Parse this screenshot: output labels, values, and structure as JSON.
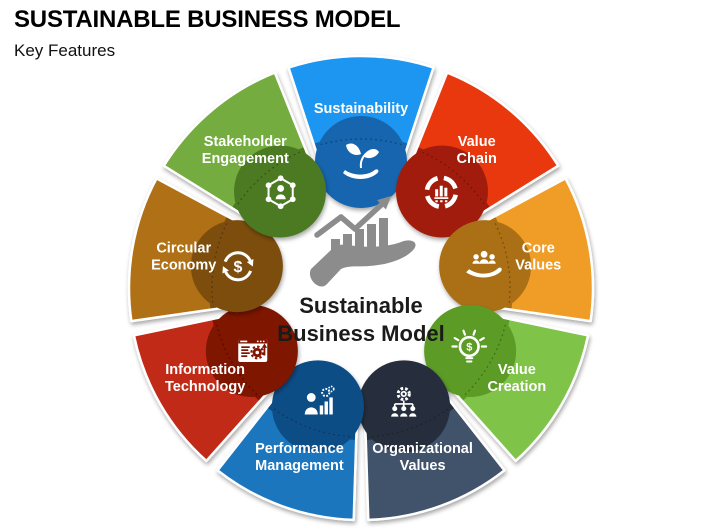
{
  "title": "SUSTAINABLE BUSINESS MODEL",
  "subtitle": "Key Features",
  "center": {
    "label_line1": "Sustainable",
    "label_line2": "Business Model",
    "icon": "growth-hand-icon",
    "icon_color": "#8C8C8C",
    "text_color": "#1b1b1b"
  },
  "wheel": {
    "separator_color": "#ffffff",
    "label_color": "#ffffff",
    "segments": [
      {
        "label": "Sustainability",
        "lines": [
          "Sustainability"
        ],
        "angle": -90,
        "color": "#1E96F0",
        "dark": "#1365AE",
        "icon": "hand-plant-icon"
      },
      {
        "label": "Value Chain",
        "lines": [
          "Value",
          "Chain"
        ],
        "angle": -50,
        "color": "#E9380F",
        "dark": "#A21F08",
        "icon": "cycle-chart-icon"
      },
      {
        "label": "Core Values",
        "lines": [
          "Core",
          "Values"
        ],
        "angle": -10,
        "color": "#EF9D25",
        "dark": "#AB7013",
        "icon": "hand-people-icon"
      },
      {
        "label": "Value Creation",
        "lines": [
          "Value",
          "Creation"
        ],
        "angle": 30,
        "color": "#7FC348",
        "dark": "#5C9B26",
        "icon": "bulb-dollar-icon"
      },
      {
        "label": "Organizational Values",
        "lines": [
          "Organizational",
          "Values"
        ],
        "angle": 70,
        "color": "#40526A",
        "dark": "#272F3E",
        "icon": "org-chart-icon"
      },
      {
        "label": "Performance Management",
        "lines": [
          "Performance",
          "Management"
        ],
        "angle": 110,
        "color": "#1B76BE",
        "dark": "#0E4E86",
        "icon": "person-chart-icon"
      },
      {
        "label": "Information Technology",
        "lines": [
          "Information",
          "Technology"
        ],
        "angle": 150,
        "color": "#C12A18",
        "dark": "#7E1206",
        "icon": "window-gear-icon"
      },
      {
        "label": "Circular Economy",
        "lines": [
          "Circular",
          "Economy"
        ],
        "angle": 190,
        "color": "#B06F15",
        "dark": "#7C4E0B",
        "icon": "dollar-cycle-icon"
      },
      {
        "label": "Stakeholder Engagement",
        "lines": [
          "Stakeholder",
          "Engagement"
        ],
        "angle": 230,
        "color": "#74AC40",
        "dark": "#4B7A21",
        "icon": "network-person-icon"
      }
    ]
  }
}
